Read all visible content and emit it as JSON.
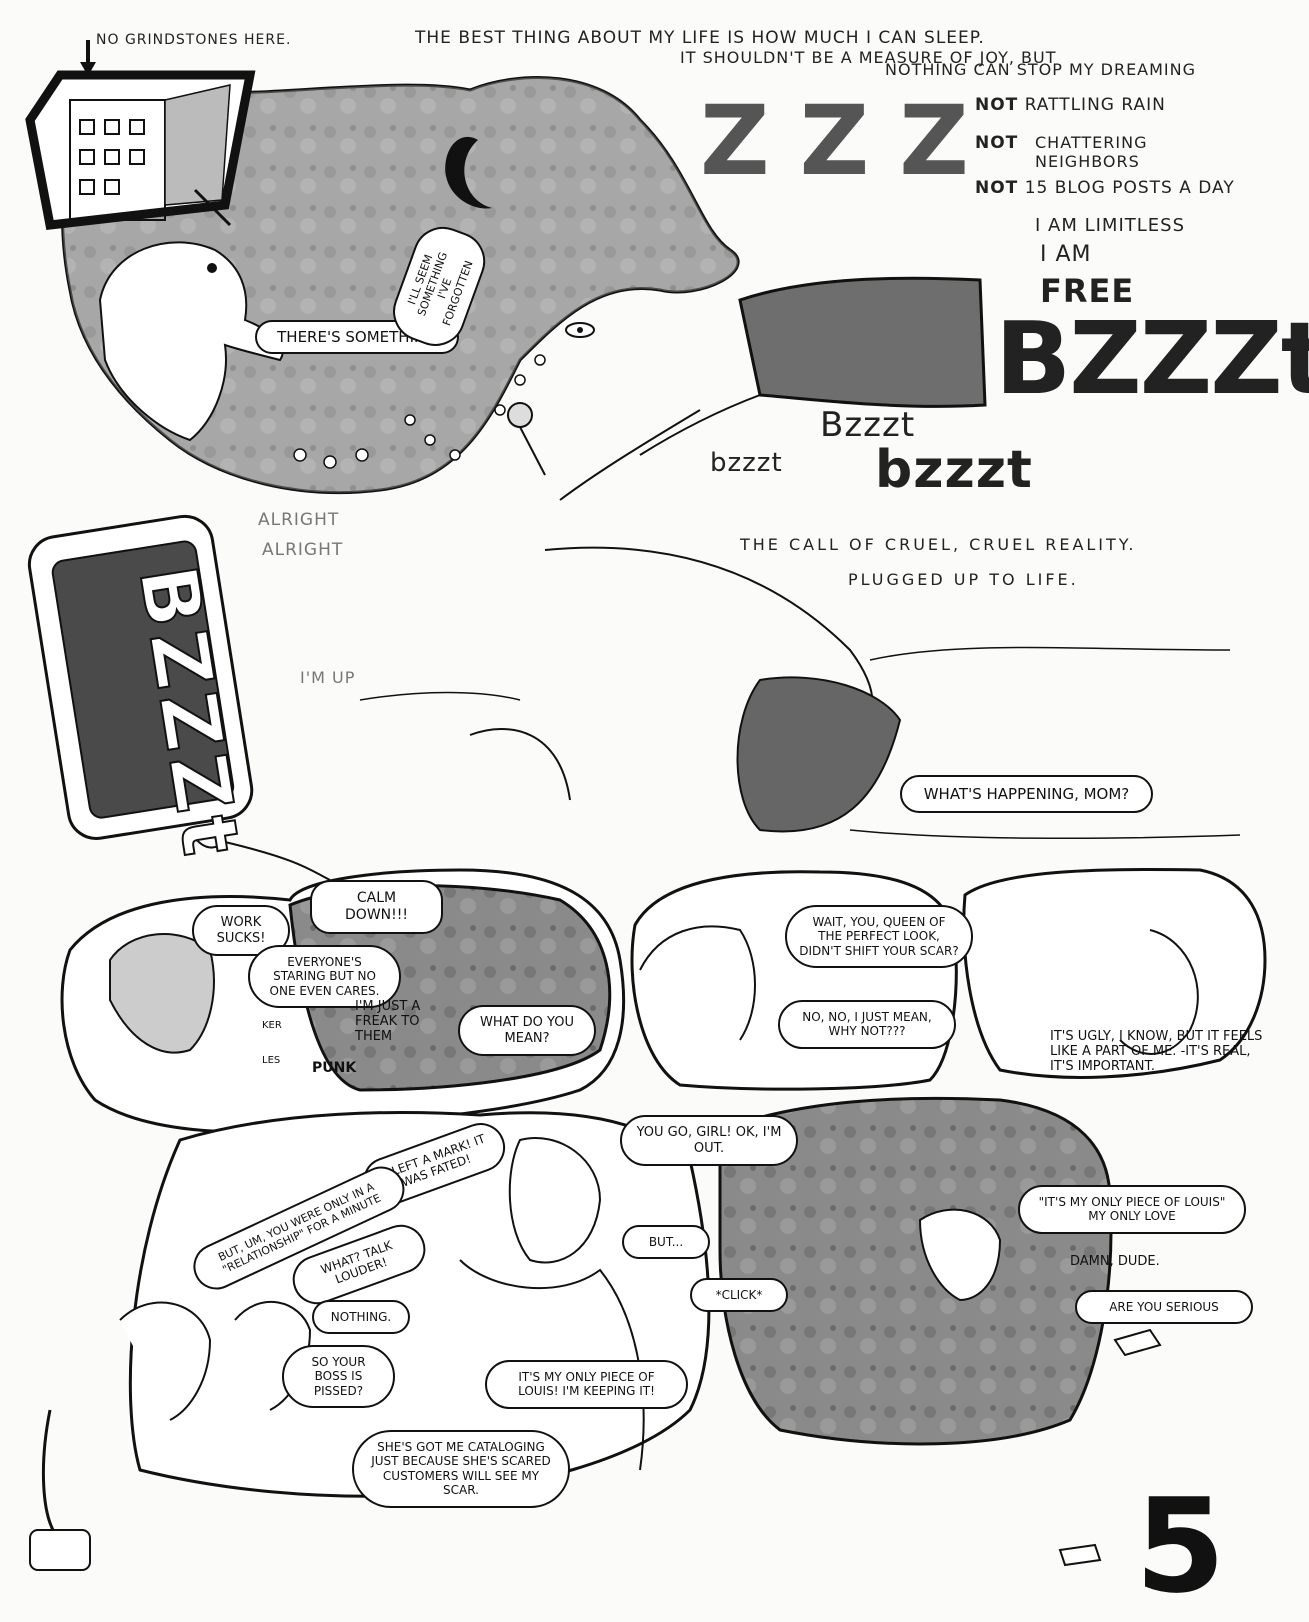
{
  "page_number": "5",
  "top_sign": "No grindstones here.",
  "narration": {
    "line1": "The best thing about my life is how much I can sleep.",
    "line2": "It shouldn't be a measure of joy, but",
    "line3": "nothing can stop my dreaming"
  },
  "zzz": "ZZZ",
  "not_list": [
    {
      "label": "Not",
      "text": "rattling rain"
    },
    {
      "label": "Not",
      "text": "chattering neighbors"
    },
    {
      "label": "Not",
      "text": "15 blog posts a day"
    }
  ],
  "limitless": "I am limitless",
  "i_am": "I am",
  "free": "FREE",
  "bzzzt_big": "BZZZt",
  "bzzzt_mid": "Bzzzt",
  "bzzzt_bold": "bzzzt",
  "bzzzt_small": "bzzzt",
  "phone_screen": "BZZZt",
  "dream_bubble": "There's something",
  "dream_bubble2": "I'll seem something I've forgotten",
  "reality": {
    "line1": "The call of cruel, cruel reality.",
    "line2": "Plugged up to life."
  },
  "alright1": "Alright",
  "alright2": "Alright",
  "im_up": "I'm up",
  "whats_happening": "What's happening, Mom?",
  "panels": {
    "work_sucks": "Work sucks!",
    "everyone_staring": "Everyone's staring but no one even cares.",
    "im_just_freak": "I'm just a freak to them",
    "calm_down": "Calm down!!!",
    "what_do_you_mean": "What do you mean?",
    "wait_queen": "Wait, you, queen of the perfect look, didn't shift your scar?",
    "no_no": "No, no, I just mean, why not???",
    "its_ugly": "It's ugly, I know, but it feels like a part of me. -It's real, it's important.",
    "you_go_girl": "You go, girl! Ok, I'm out.",
    "it_left_mark": "It left a mark! It was fated!",
    "but_um": "But, um, you were only in a \"relationship\" for a minute",
    "what_talk_louder": "What? Talk louder!",
    "but": "But...",
    "nothing": "Nothing.",
    "so_your_boss": "So your boss is pissed?",
    "only_piece_keeping": "It's my only piece of Louis! I'm keeping it!",
    "shes_got_me": "She's got me cataloging just because she's scared customers will see my scar.",
    "click": "*Click*",
    "only_piece_quote": "\"It's my only piece of Louis\" my only love",
    "damn_dude": "Damn, dude.",
    "are_you_serious": "Are you serious",
    "poster1": "Ker",
    "poster2": "Les",
    "poster3": "Punk"
  }
}
